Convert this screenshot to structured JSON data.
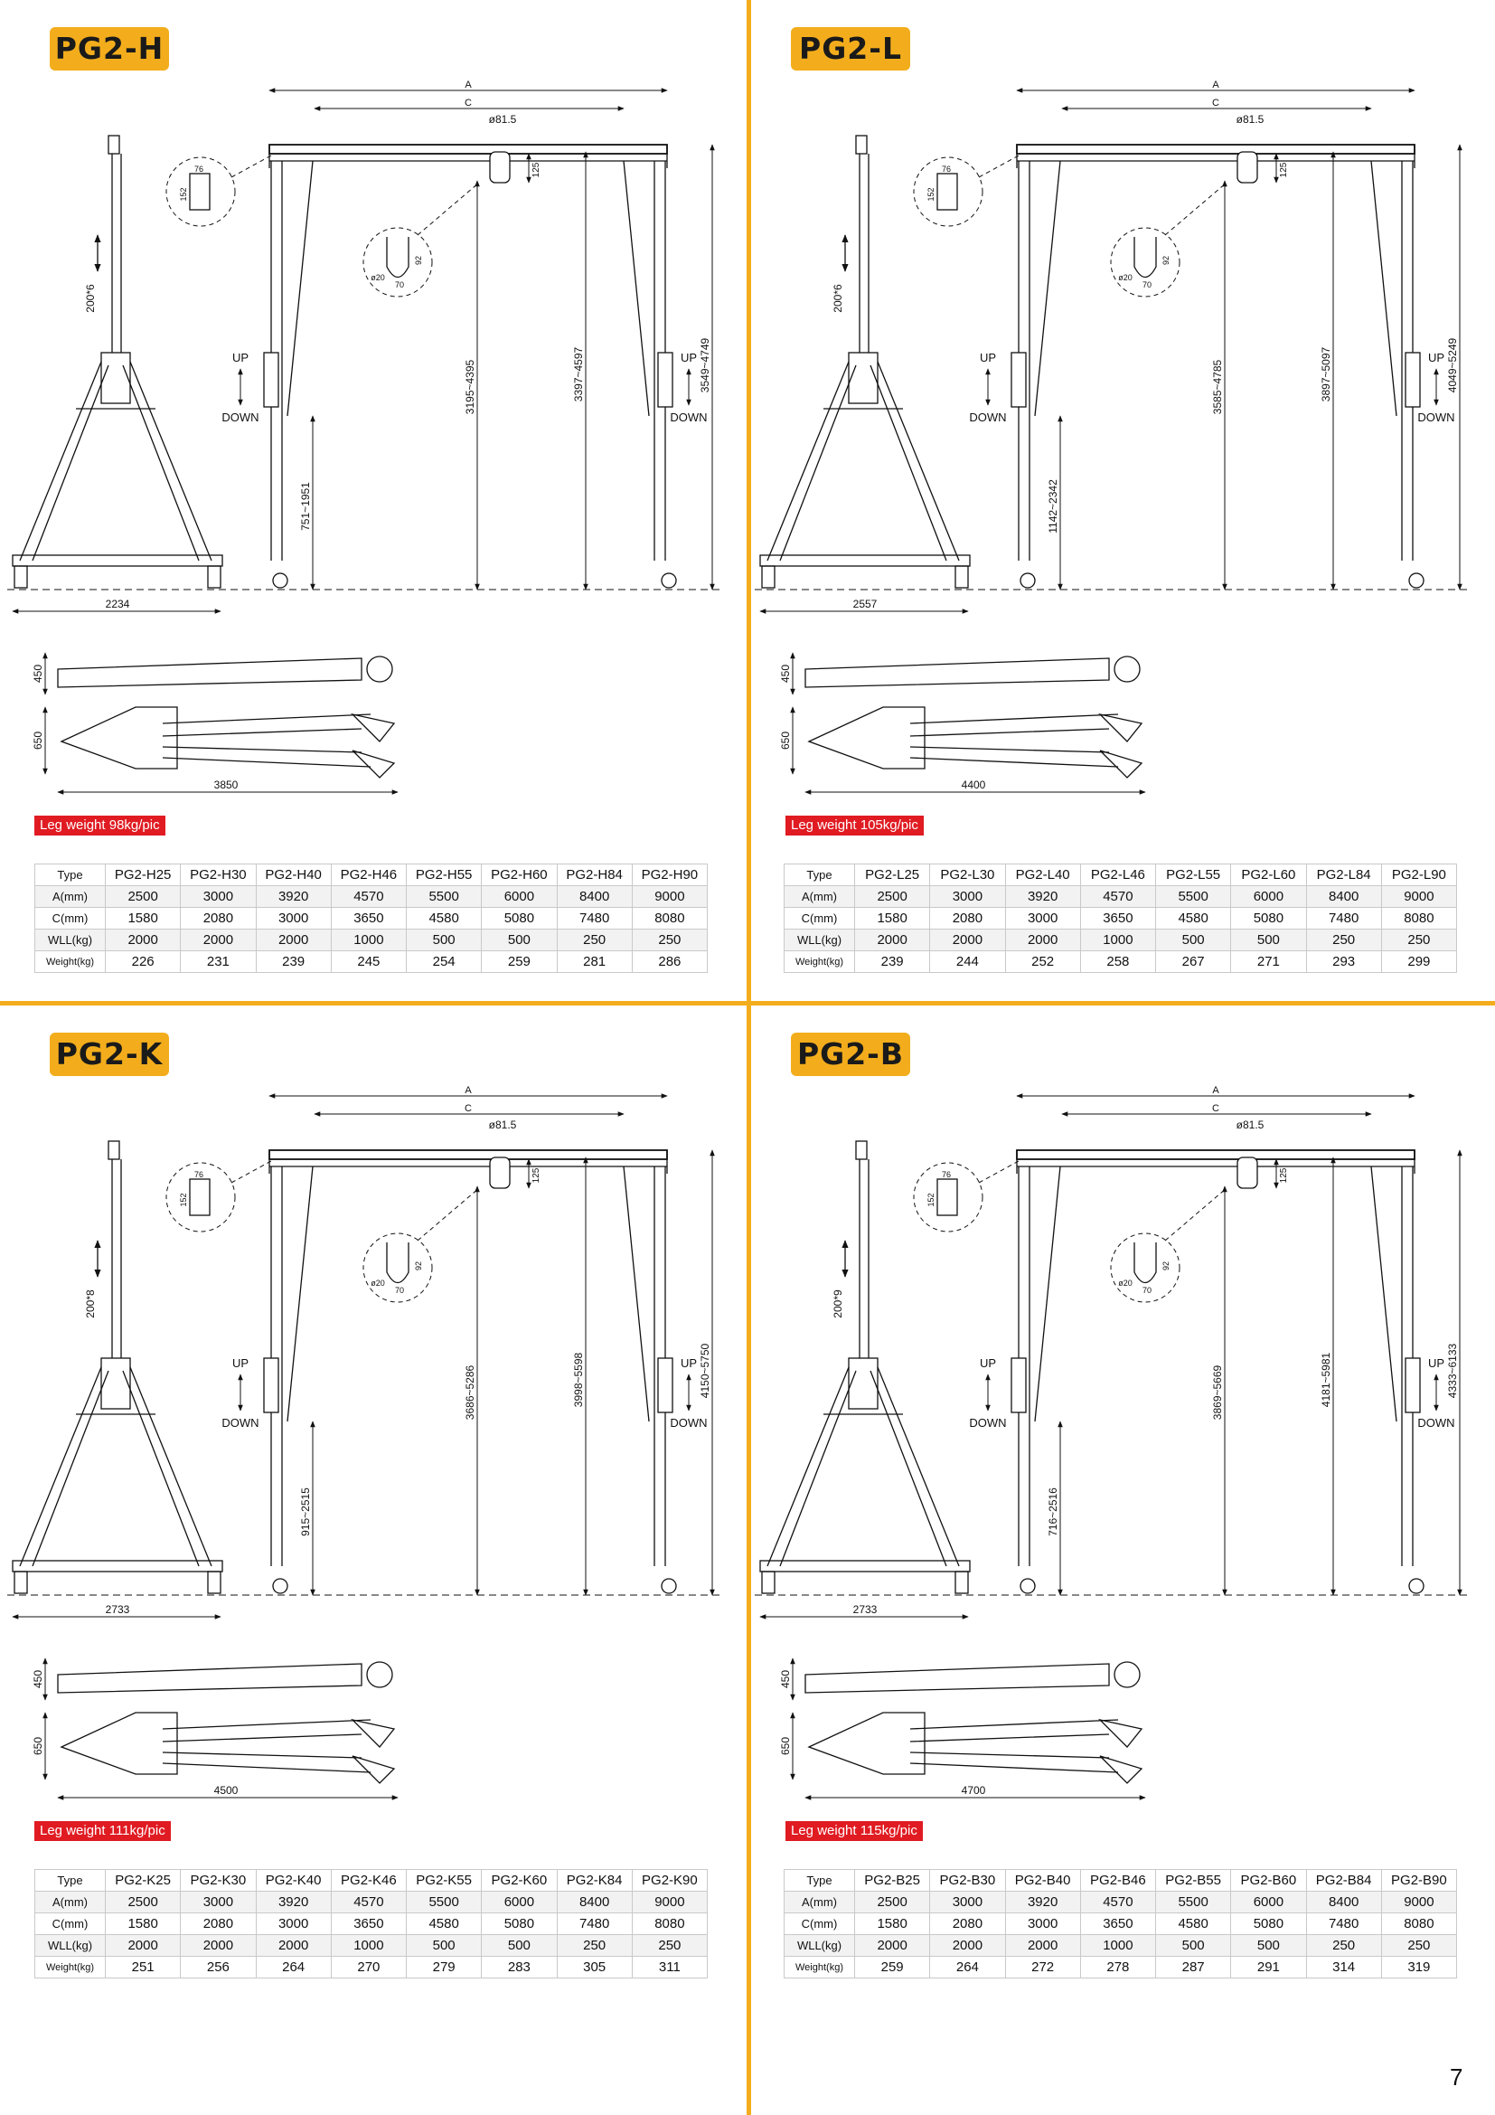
{
  "page_number": "7",
  "label_row": [
    "Type",
    "A(mm)",
    "C(mm)",
    "WLL(kg)",
    "Weight(kg)"
  ],
  "labels": {
    "A": "A",
    "C": "C",
    "diameter": "ø81.5",
    "dim_125": "125",
    "up": "UP",
    "down": "DOWN",
    "box_top": "76",
    "box_side": "152",
    "hook_dia": "ø20",
    "hook_side": "92",
    "hook_bottom": "70",
    "folded_height": "450",
    "folded_width": "650"
  },
  "colors": {
    "accent": "#f3ad1c",
    "leg_badge": "#e01b22"
  },
  "sections": [
    {
      "title": "PG2-H",
      "dims": {
        "post": "200*6",
        "base": "2234",
        "beam_low": "751~1951",
        "hook_h": "3195~4395",
        "inner_h": "3397~4597",
        "overall_h": "3549~4749",
        "folded_len": "3850"
      },
      "leg_weight": "Leg weight 98kg/pic",
      "table": [
        [
          "PG2-H25",
          "PG2-H30",
          "PG2-H40",
          "PG2-H46",
          "PG2-H55",
          "PG2-H60",
          "PG2-H84",
          "PG2-H90"
        ],
        [
          "2500",
          "3000",
          "3920",
          "4570",
          "5500",
          "6000",
          "8400",
          "9000"
        ],
        [
          "1580",
          "2080",
          "3000",
          "3650",
          "4580",
          "5080",
          "7480",
          "8080"
        ],
        [
          "2000",
          "2000",
          "2000",
          "1000",
          "500",
          "500",
          "250",
          "250"
        ],
        [
          "226",
          "231",
          "239",
          "245",
          "254",
          "259",
          "281",
          "286"
        ]
      ]
    },
    {
      "title": "PG2-L",
      "dims": {
        "post": "200*6",
        "base": "2557",
        "beam_low": "1142~2342",
        "hook_h": "3585~4785",
        "inner_h": "3897~5097",
        "overall_h": "4049~5249",
        "folded_len": "4400"
      },
      "leg_weight": "Leg weight 105kg/pic",
      "table": [
        [
          "PG2-L25",
          "PG2-L30",
          "PG2-L40",
          "PG2-L46",
          "PG2-L55",
          "PG2-L60",
          "PG2-L84",
          "PG2-L90"
        ],
        [
          "2500",
          "3000",
          "3920",
          "4570",
          "5500",
          "6000",
          "8400",
          "9000"
        ],
        [
          "1580",
          "2080",
          "3000",
          "3650",
          "4580",
          "5080",
          "7480",
          "8080"
        ],
        [
          "2000",
          "2000",
          "2000",
          "1000",
          "500",
          "500",
          "250",
          "250"
        ],
        [
          "239",
          "244",
          "252",
          "258",
          "267",
          "271",
          "293",
          "299"
        ]
      ]
    },
    {
      "title": "PG2-K",
      "dims": {
        "post": "200*8",
        "base": "2733",
        "beam_low": "915~2515",
        "hook_h": "3686~5286",
        "inner_h": "3998~5598",
        "overall_h": "4150~5750",
        "folded_len": "4500"
      },
      "leg_weight": "Leg weight 111kg/pic",
      "table": [
        [
          "PG2-K25",
          "PG2-K30",
          "PG2-K40",
          "PG2-K46",
          "PG2-K55",
          "PG2-K60",
          "PG2-K84",
          "PG2-K90"
        ],
        [
          "2500",
          "3000",
          "3920",
          "4570",
          "5500",
          "6000",
          "8400",
          "9000"
        ],
        [
          "1580",
          "2080",
          "3000",
          "3650",
          "4580",
          "5080",
          "7480",
          "8080"
        ],
        [
          "2000",
          "2000",
          "2000",
          "1000",
          "500",
          "500",
          "250",
          "250"
        ],
        [
          "251",
          "256",
          "264",
          "270",
          "279",
          "283",
          "305",
          "311"
        ]
      ]
    },
    {
      "title": "PG2-B",
      "dims": {
        "post": "200*9",
        "base": "2733",
        "beam_low": "716~2516",
        "hook_h": "3869~5669",
        "inner_h": "4181~5981",
        "overall_h": "4333~6133",
        "folded_len": "4700"
      },
      "leg_weight": "Leg weight 115kg/pic",
      "table": [
        [
          "PG2-B25",
          "PG2-B30",
          "PG2-B40",
          "PG2-B46",
          "PG2-B55",
          "PG2-B60",
          "PG2-B84",
          "PG2-B90"
        ],
        [
          "2500",
          "3000",
          "3920",
          "4570",
          "5500",
          "6000",
          "8400",
          "9000"
        ],
        [
          "1580",
          "2080",
          "3000",
          "3650",
          "4580",
          "5080",
          "7480",
          "8080"
        ],
        [
          "2000",
          "2000",
          "2000",
          "1000",
          "500",
          "500",
          "250",
          "250"
        ],
        [
          "259",
          "264",
          "272",
          "278",
          "287",
          "291",
          "314",
          "319"
        ]
      ]
    }
  ]
}
